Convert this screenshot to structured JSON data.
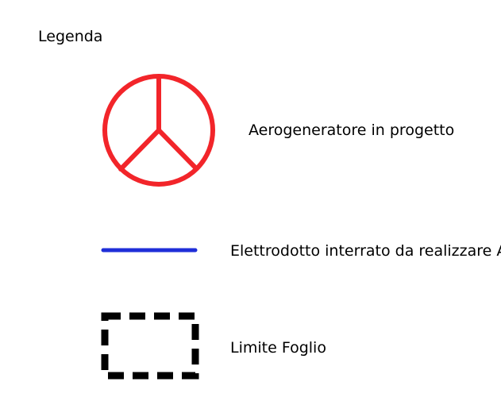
{
  "legend": {
    "title": "Legenda",
    "items": [
      {
        "id": "turbine",
        "label": "Aerogeneratore in progetto",
        "icon": "wind-turbine-symbol-icon",
        "color": "#f2252a"
      },
      {
        "id": "cable",
        "label": "Elettrodotto interrato da realizzare A",
        "icon": "blue-line-icon",
        "color": "#1f2ed8"
      },
      {
        "id": "sheet-limit",
        "label": "Limite Foglio",
        "icon": "dashed-rectangle-icon",
        "color": "#000000"
      }
    ]
  }
}
